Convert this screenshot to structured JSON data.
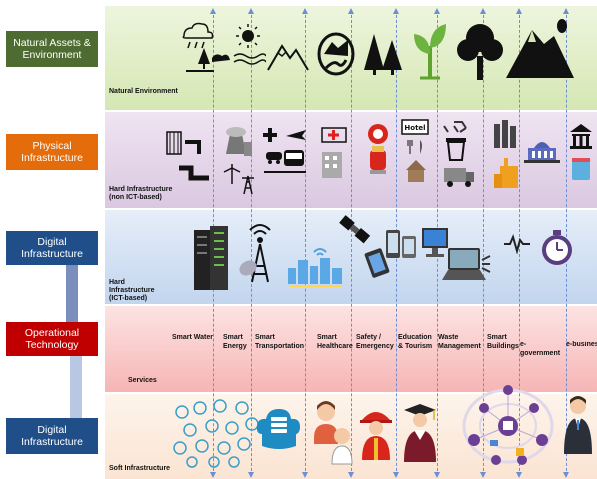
{
  "layers": [
    {
      "box_label": "Natural Assets & Environment",
      "box_color": "#4e6b31",
      "band_label": "Natural Environment"
    },
    {
      "box_label": "Physical Infrastructure",
      "box_color": "#e46c0a",
      "band_label": "Hard Infrastructure (non ICT-based)"
    },
    {
      "box_label": "Digital Infrastructure",
      "box_color": "#1f4e89",
      "band_label": "Hard Infrastructure (ICT-based)"
    },
    {
      "box_label": "Operational Technology",
      "box_color": "#c00000",
      "band_label": "Services"
    },
    {
      "box_label": "Digital Infrastructure",
      "box_color": "#1f4e89",
      "band_label": "Soft Infrastructure"
    }
  ],
  "services": [
    "Smart Water",
    "Smart Energy",
    "Smart Transportation",
    "Smart Healthcare",
    "Safety / Emergency",
    "Education & Tourism",
    "Waste Management",
    "Smart Buildings",
    "e-government",
    "e-busines"
  ],
  "icons": {
    "natural": [
      "weather-icon",
      "sun-water-icon",
      "mountains-icon",
      "river-icon",
      "forest-icon",
      "plant-icon",
      "tree-icon",
      "volcano-icon"
    ],
    "physical": [
      "water-pipe-icon",
      "power-plant-icon",
      "transport-icon",
      "hospital-icon",
      "fire-alarm-icon",
      "hotel-icon",
      "recycling-icon",
      "factory-icon",
      "government-building-icon"
    ],
    "digital": [
      "server-rack-icon",
      "antenna-icon",
      "smart-city-icon",
      "satellite-icon",
      "mobile-device-icon",
      "computer-icon",
      "laptop-icon",
      "signal-icon",
      "clock-icon"
    ],
    "soft": [
      "data-network-icon",
      "cloud-database-icon",
      "doctor-icon",
      "firefighter-icon",
      "graduate-icon",
      "smart-building-network-icon",
      "business-person-icon"
    ]
  },
  "colors": {
    "natural_band": "#d5e7b3",
    "physical_band": "#dac8e1",
    "digital_band": "#c2d5ee",
    "services_band": "#f6b5b5",
    "soft_band": "#fbe4d2",
    "column_arrows": "#6b8fd6"
  }
}
